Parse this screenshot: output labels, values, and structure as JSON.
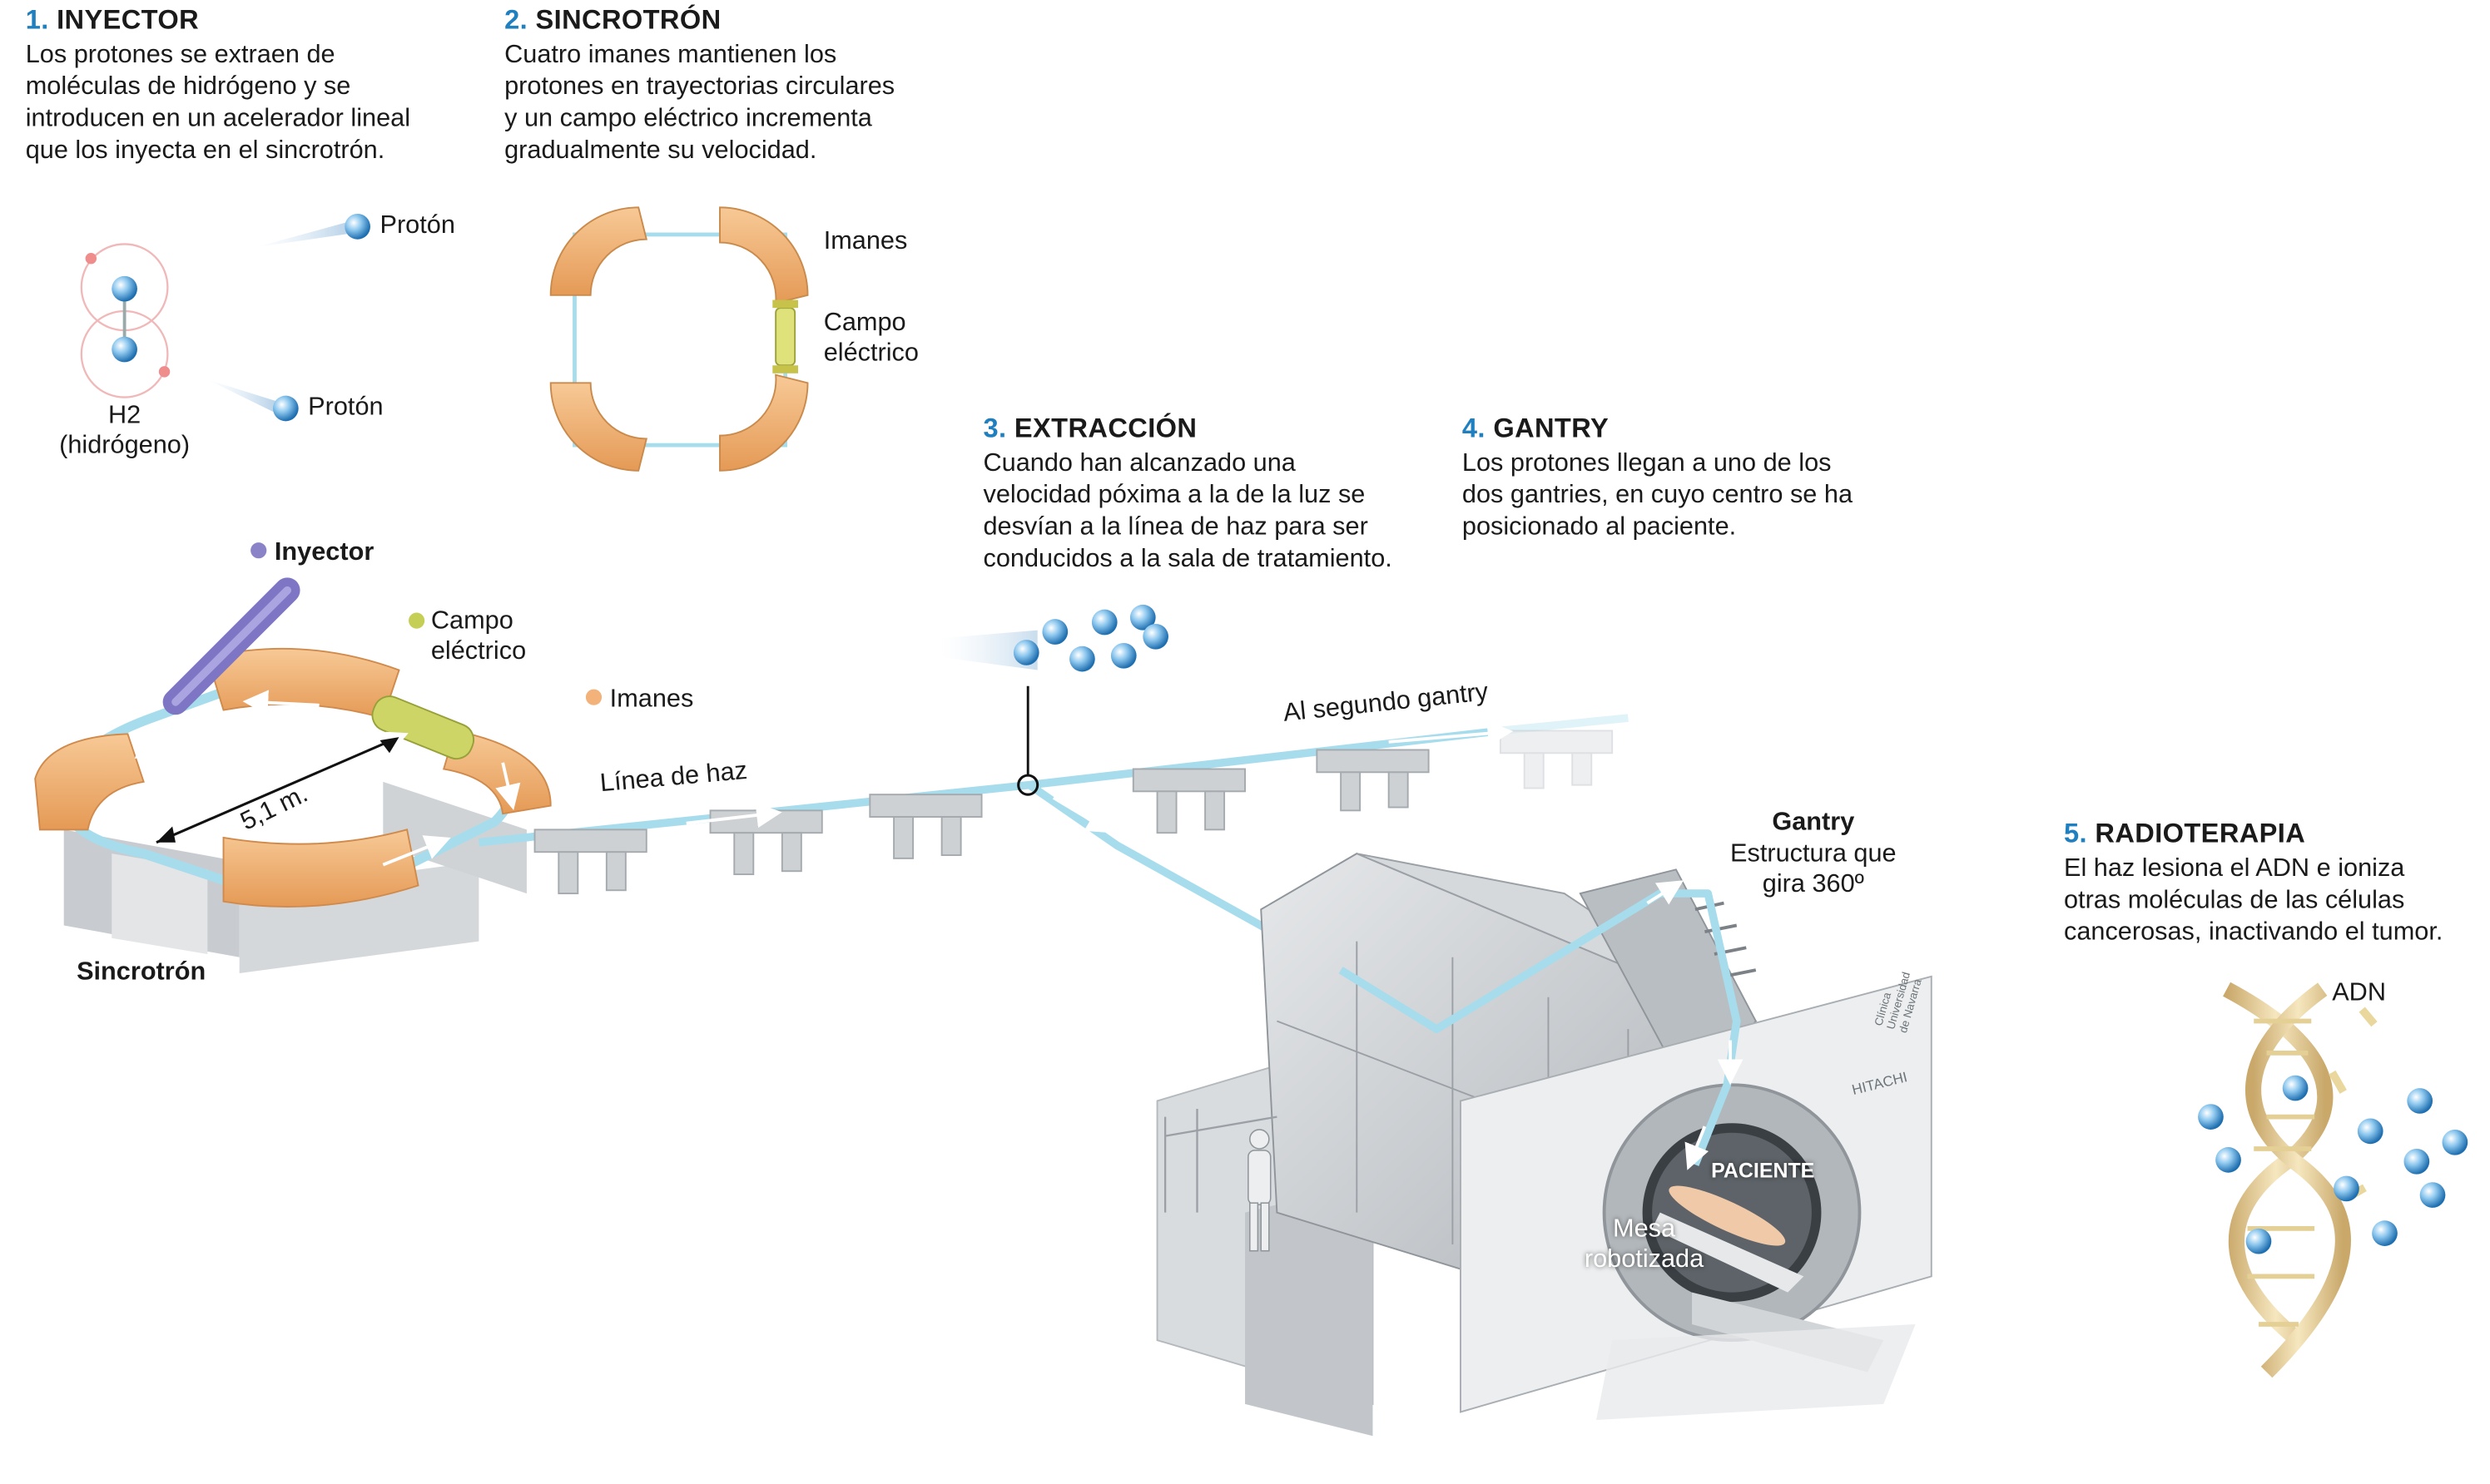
{
  "colors": {
    "accent_blue": "#1f7fbf",
    "magnet_orange": "#f2b27a",
    "beam_cyan": "#a6dcec",
    "injector_purple": "#8b83c8",
    "field_green": "#c5cf55",
    "machine_grey": "#cfd3d6"
  },
  "steps": [
    {
      "number": "1.",
      "title": "INYECTOR",
      "text": "Los protones se extraen de\nmoléculas de hidrógeno y se\nintroducen en un acelerador lineal\nque los inyecta en el sincrotrón."
    },
    {
      "number": "2.",
      "title": "SINCROTRÓN",
      "text": "Cuatro imanes mantienen los\nprotones en trayectorias circulares\ny un campo eléctrico incrementa\ngradualmente su velocidad."
    },
    {
      "number": "3.",
      "title": "EXTRACCIÓN",
      "text": "Cuando han alcanzado una\nvelocidad póxima a la de la luz se\ndesvían a la línea de haz para ser\nconducidos a la sala de tratamiento."
    },
    {
      "number": "4.",
      "title": "GANTRY",
      "text": "Los protones llegan a uno de los\ndos gantries, en cuyo centro se ha\nposicionado al paciente."
    },
    {
      "number": "5.",
      "title": "RADIOTERAPIA",
      "text": "El haz lesiona el ADN e ioniza\notras moléculas de las células\ncancerosas, inactivando el tumor."
    }
  ],
  "labels": {
    "proton_1": "Protón",
    "proton_2": "Protón",
    "h2": "H2\n(hidrógeno)",
    "magnets_inset": "Imanes",
    "field_inset": "Campo\neléctrico",
    "injector": "Inyector",
    "field_main": "Campo\neléctrico",
    "magnets_main": "Imanes",
    "diameter": "5,1 m.",
    "synchrotron": "Sincrotrón",
    "beam_line": "Línea de haz",
    "second_gantry": "Al segundo gantry",
    "gantry_title": "Gantry",
    "gantry_sub": "Estructura que\ngira 360º",
    "patient": "PACIENTE",
    "table": "Mesa\nrobotizada",
    "dna": "ADN",
    "clinic": "Clínica\nUniversidad\nde Navarra",
    "brand": "HITACHI"
  }
}
